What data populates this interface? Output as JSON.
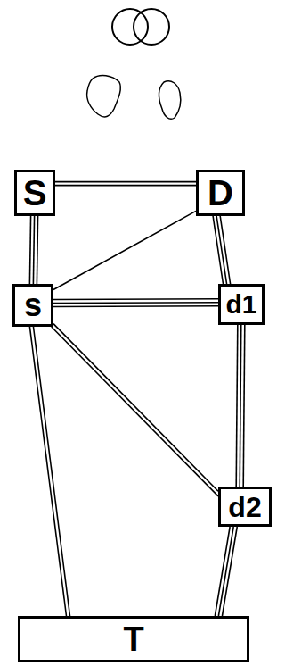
{
  "diagram": {
    "nodes": [
      {
        "text": [
          "S"
        ]
      },
      {
        "text": [
          "D"
        ]
      },
      {
        "text": [
          "s"
        ]
      },
      {
        "text": [
          "d1"
        ]
      },
      {
        "text": [
          "d2"
        ]
      },
      {
        "text": [
          "T"
        ]
      }
    ],
    "edges": [
      {
        "from": 0,
        "to": 1,
        "arrow": "none"
      },
      {
        "from": 0,
        "to": 2,
        "arrow": "none"
      },
      {
        "from": 1,
        "to": 2,
        "arrow": "none"
      },
      {
        "from": 2,
        "to": 3,
        "arrow": "none"
      },
      {
        "from": 1,
        "to": 3,
        "arrow": "none"
      },
      {
        "from": 2,
        "to": 4,
        "arrow": "none"
      },
      {
        "from": 3,
        "to": 4,
        "arrow": "none"
      },
      {
        "from": 2,
        "to": 5,
        "arrow": "none"
      },
      {
        "from": 4,
        "to": 5,
        "arrow": "none"
      }
    ]
  }
}
